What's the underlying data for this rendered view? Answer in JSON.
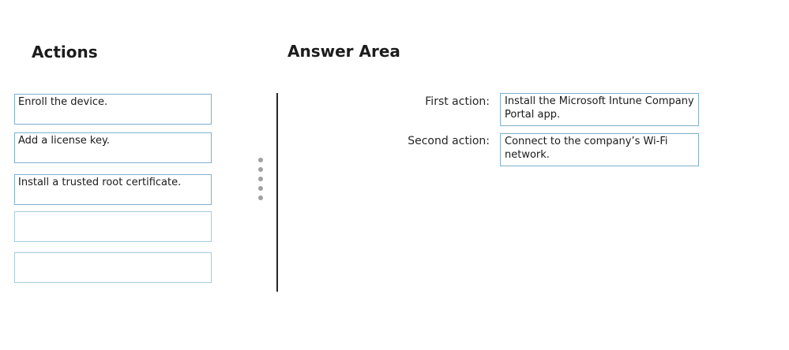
{
  "actions": {
    "heading": "Actions",
    "items": [
      {
        "label": "Enroll the device."
      },
      {
        "label": "Add a license key."
      },
      {
        "label": "Install a trusted root certificate."
      },
      {
        "label": ""
      },
      {
        "label": ""
      }
    ]
  },
  "answer_area": {
    "heading": "Answer Area",
    "slots": [
      {
        "label": "First action:",
        "value": "Install the Microsoft Intune Company Portal app."
      },
      {
        "label": "Second action:",
        "value": "Connect to the company’s Wi-Fi network."
      }
    ]
  },
  "colors": {
    "box_border": "#7fb0cc",
    "divider": "#262626",
    "handle_dots": "#a0a0a0"
  }
}
